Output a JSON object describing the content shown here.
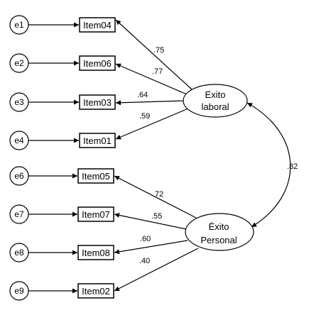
{
  "diagram": {
    "errors": [
      "e1",
      "e2",
      "e3",
      "e4",
      "e6",
      "e7",
      "e8",
      "e9"
    ],
    "items": [
      "Item04",
      "Item06",
      "Item03",
      "Item01",
      "Item05",
      "Item07",
      "Item08",
      "Item02"
    ],
    "factors": [
      {
        "line1": "Exito",
        "line2": "laboral"
      },
      {
        "line1": "Éxito",
        "line2": "Personal"
      }
    ],
    "loadings": [
      ".75",
      ".77",
      ".64",
      ".59",
      ".72",
      ".55",
      ".60",
      ".40"
    ],
    "correlation": ".82"
  }
}
